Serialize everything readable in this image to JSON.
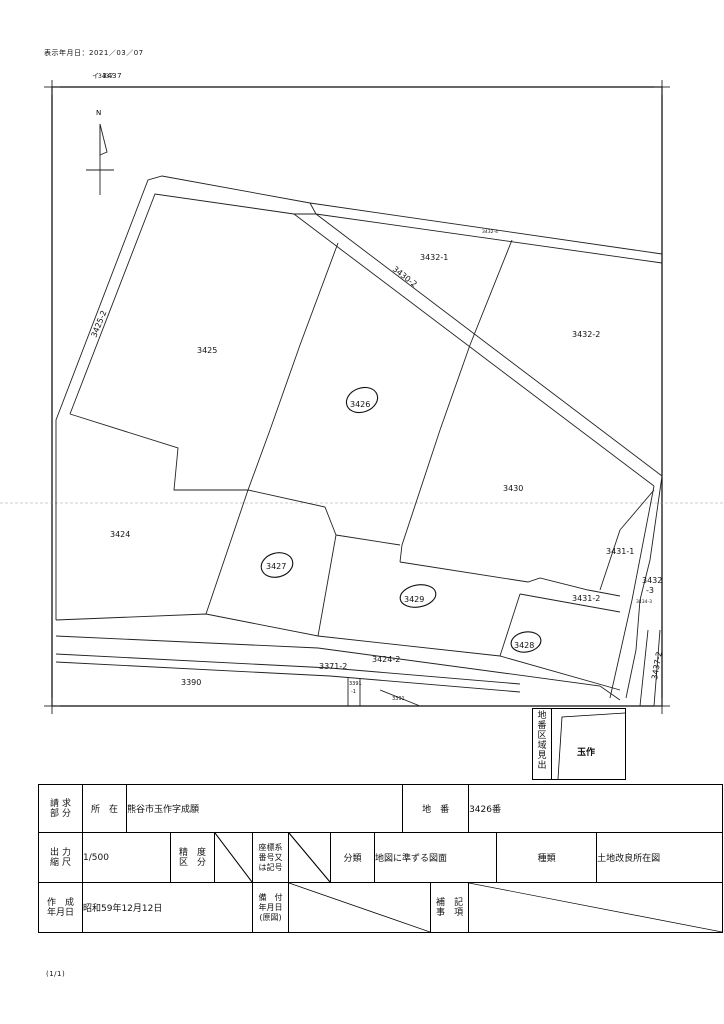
{
  "header": {
    "display_date": "表示年月日：2021／03／07",
    "sheet_ref": "イ 3437"
  },
  "map": {
    "north_label": "N",
    "parcels": {
      "p3437": "3437",
      "p3432_4": "3432-4",
      "p3432_1": "3432-1",
      "p3430_2": "3430-2",
      "p3425_2": "3425-2",
      "p3425": "3425",
      "p3432_2": "3432-2",
      "p3426": "3426",
      "p3430": "3430",
      "p3424": "3424",
      "p3431_1": "3431-1",
      "p3427": "3427",
      "p3429": "3429",
      "p3432_3_a": "3432",
      "p3432_3_b": "-3",
      "p3434_3": "3434-3",
      "p3431_2": "3431-2",
      "p3428": "3428",
      "p3437_2": "3437-2",
      "p3424_2": "3424-2",
      "p3371_2": "3371-2",
      "p3390": "3390",
      "p3391_a": "3391",
      "p3391_b": "-1",
      "p3391": "3391"
    }
  },
  "legend_box": {
    "label_chars": [
      "地",
      "番",
      "区",
      "域",
      "見",
      "出"
    ],
    "value": "玉作"
  },
  "info_table": {
    "request_label": [
      "請",
      "求",
      "部",
      "分"
    ],
    "location_label": "所　在",
    "location_value": "熊谷市玉作字成願",
    "lot_label": "地　番",
    "lot_value": "3426番",
    "scale_label": [
      "出",
      "力",
      "縮",
      "尺"
    ],
    "scale_value": "1/500",
    "precision_label": [
      "精",
      "度",
      "区",
      "分"
    ],
    "coord_label": [
      "座標系",
      "番号又",
      "は記号"
    ],
    "class_label": "分類",
    "class_value": "地図に準ずる図面",
    "type_label": "種類",
    "type_value": "土地改良所在図",
    "created_label": [
      "作",
      "成",
      "年月日"
    ],
    "created_value": "昭和59年12月12日",
    "remarks_date_label": [
      "備　付",
      "年月日",
      "(原図)"
    ],
    "notes_label": [
      "補",
      "記",
      "事",
      "項"
    ]
  },
  "footer": {
    "page": "(1/1)"
  }
}
